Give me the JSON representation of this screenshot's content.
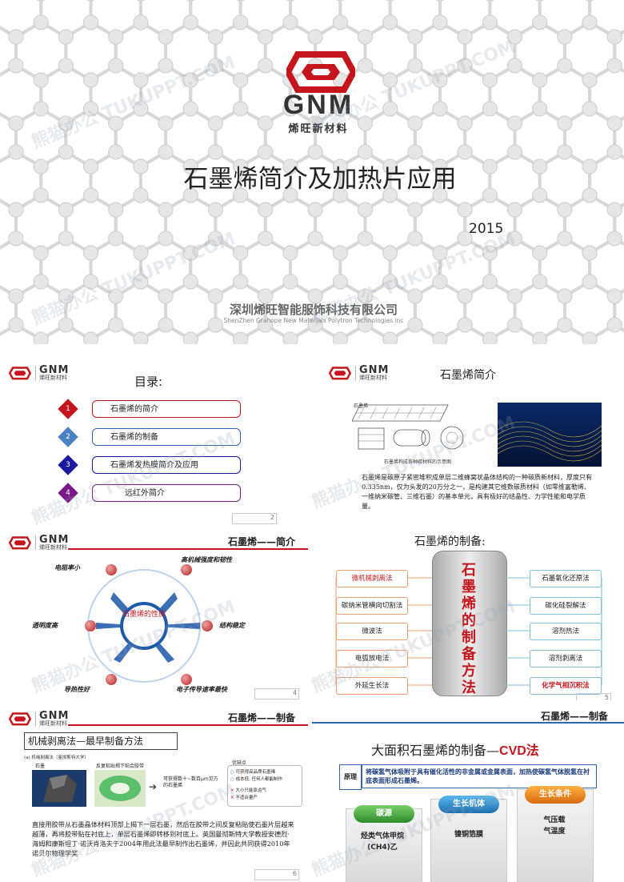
{
  "colors": {
    "brand_red": "#c4161c",
    "blue": "#2e66b0",
    "purple": "#7a1a8a",
    "orange": "#f0a070",
    "teal": "#7fc3d8"
  },
  "cover": {
    "brand": "GNM",
    "brand_cn": "烯旺新材料",
    "title": "石墨烯简介及加热片应用",
    "year": "2015",
    "company_cn": "深圳烯旺智能服饰科技有限公司",
    "company_en": "ShenZhen Grahope New Materials Polytron Technologies inc"
  },
  "watermark": "熊猫办公 TUKUPPT.COM",
  "mini_logo": {
    "brand": "GNM",
    "brand_cn": "烯旺新材料"
  },
  "toc": {
    "title": "目录:",
    "items": [
      {
        "num": "1",
        "label": "石墨烯的简介"
      },
      {
        "num": "2",
        "label": "石墨烯的制备"
      },
      {
        "num": "3",
        "label": "石墨烯发热膜简介及应用"
      },
      {
        "num": "4",
        "label": "远红外简介"
      }
    ],
    "page": "2"
  },
  "intro": {
    "title": "石墨烯简介",
    "img_caption": "石墨烯构成各种碳材料的示意图",
    "img_label": "石墨烯",
    "body": "石墨烯是碳原子紧密堆积成单层二维蜂窝状晶体结构的一种碳质新材料，厚度只有0.335nm，仅为头发的20万分之一，是构建其它维数碳质材料（如零维富勒烯、一维纳米碳管、三维石墨）的基本单元，具有极好的结晶性、力学性能和电学质量。"
  },
  "props": {
    "title": "石墨烯——简介",
    "center": "石墨烯的性质",
    "attrs": [
      "电阻率小",
      "高机械强度和韧性",
      "透明度高",
      "结构稳定",
      "导热性好",
      "电子传导速率最快"
    ],
    "page": "4"
  },
  "prep": {
    "title": "石墨烯的制备:",
    "center": "石墨烯的制备方法",
    "left": [
      "微机械剥离法",
      "碳纳米管横向切割法",
      "微波法",
      "电弧放电法",
      "外延生长法"
    ],
    "right": [
      "石墨氧化还原法",
      "碳化硅裂解法",
      "溶剂热法",
      "溶剂剥离法",
      "化学气相沉积法"
    ],
    "page": "5"
  },
  "mech": {
    "title": "石墨烯——制备",
    "subtitle": "机械剥离法—最早制备方法",
    "fig_caption": "(a) 机械剥离法（曼彻斯特大学）",
    "fig_label1": "石墨",
    "fig_label2": "反复粘贴揭下粘合胶带",
    "fig_label3": "可获得数十~数百μm见方的石墨烯",
    "pros_title": "优缺点",
    "pros": [
      "可获得高品质石墨烯",
      "成本低, 任何人都能制作",
      "大小只能靠运气",
      "不适合量产"
    ],
    "body": "直接用胶带从石墨晶体材料顶部上揭下一层石墨，然后在胶带之间反复粘贴使石墨片层越来越薄，再将胶带贴在衬底上，单层石墨烯即转移到衬底上。英国曼彻斯特大学教授安德烈·海姆和康斯坦丁·诺沃肖洛夫于2004年用此法最早制作出石墨烯，并因此共同获得2010年诺贝尔物理学奖",
    "page": "6"
  },
  "cvd": {
    "title": "石墨烯——制备",
    "heading_prefix": "大面积石墨烯的制备—",
    "heading_cvd": "CVD法",
    "principle_label": "原理",
    "principle": "将碳氢气体吸附于具有催化活性的非金属或金属表面，加热使碳氢气体脱氢在衬底表面形成石墨烯。",
    "pills": [
      {
        "label": "碳源",
        "items": "烃类气体甲烷(CH4)乙"
      },
      {
        "label": "生长机体",
        "items": "镍铜箔膜"
      },
      {
        "label": "生长条件",
        "items": "气压载气温度"
      }
    ]
  }
}
